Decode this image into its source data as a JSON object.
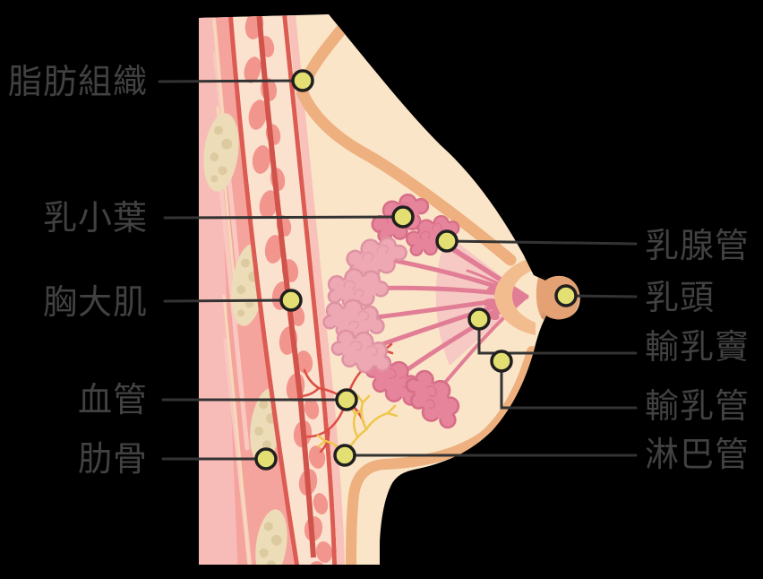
{
  "figure": {
    "description": "Breast anatomy cross-section diagram with callout labels",
    "background": "#000000"
  },
  "labels": {
    "left": [
      {
        "id": "fat-tissue",
        "text": "脂肪組織"
      },
      {
        "id": "mammary-lobule",
        "text": "乳小葉"
      },
      {
        "id": "pectoralis-major",
        "text": "胸大肌"
      },
      {
        "id": "blood-vessel",
        "text": "血管"
      },
      {
        "id": "rib",
        "text": "肋骨"
      }
    ],
    "right": [
      {
        "id": "mammary-duct",
        "text": "乳腺管"
      },
      {
        "id": "nipple",
        "text": "乳頭"
      },
      {
        "id": "lactiferous-sinus",
        "text": "輸乳竇"
      },
      {
        "id": "lactiferous-duct",
        "text": "輸乳管"
      },
      {
        "id": "lymphatic-vessel",
        "text": "淋巴管"
      }
    ]
  },
  "markers": {
    "dot_color": "#e4df72",
    "dot_outline": "#1f1f1f",
    "line_color": "#333333",
    "count": 10
  },
  "palette": {
    "skin_fat": "#fbe5c9",
    "skin_crease": "#edb07e",
    "muscle": "#f5a49d",
    "muscle_edge": "#f8bcb8",
    "fascia_cream": "#fbe2cf",
    "fascia_pink": "#f2958d",
    "red_septum": "#dc5b52",
    "bone": "#ecdcb8",
    "lobule_dark": "#e5849b",
    "lobule_light": "#eda8b4",
    "duct": "#e17e95",
    "areola": "#f3bc8e",
    "nipple": "#e4a173",
    "vessel_red": "#dc4f46",
    "lymph_yellow": "#eec74e",
    "text": "#414141"
  }
}
